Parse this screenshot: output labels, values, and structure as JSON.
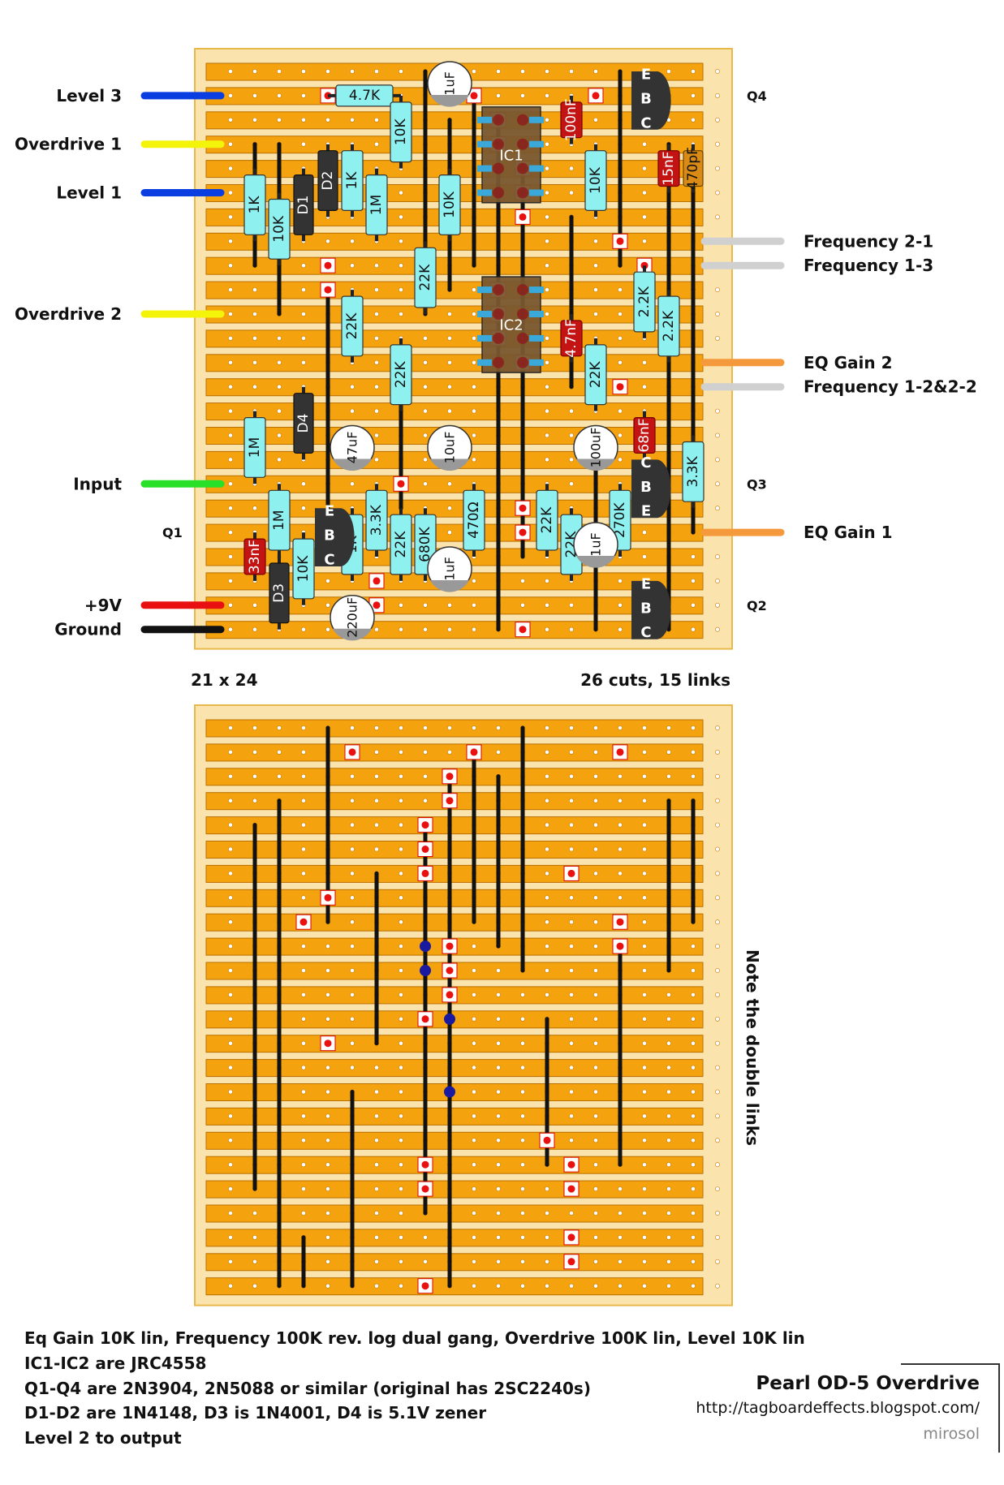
{
  "colors": {
    "board": "#fbe3ad",
    "strip": "#f5a20f",
    "strip_border": "#b97000",
    "resistor": "#8ff0f0",
    "capacitor_film": "#c31313",
    "capacitor_ceramic": "#d98b16",
    "ic_body": "#7a5830",
    "transistor": "#333333",
    "cut": "#e81010",
    "wire_blue": "#0a3ee0",
    "wire_yellow": "#f4f40a",
    "wire_green": "#28e028",
    "wire_red": "#e81010",
    "wire_black": "#111111",
    "wire_grey": "#d0d0d0",
    "wire_orange": "#f49a3c"
  },
  "layout_labels": {
    "dimensions": "21 x 24",
    "stats": "26 cuts, 15 links",
    "double_links_note": "Note the double links"
  },
  "wires_left": [
    {
      "label": "Level 3",
      "color": "blue",
      "row": 2
    },
    {
      "label": "Overdrive 1",
      "color": "yellow",
      "row": 4
    },
    {
      "label": "Level 1",
      "color": "blue",
      "row": 6
    },
    {
      "label": "Overdrive 2",
      "color": "yellow",
      "row": 11
    },
    {
      "label": "Input",
      "color": "green",
      "row": 18
    },
    {
      "label": "+9V",
      "color": "red",
      "row": 23
    },
    {
      "label": "Ground",
      "color": "black",
      "row": 24
    }
  ],
  "wires_right": [
    {
      "label": "Frequency 2-1",
      "color": "grey",
      "row": 8
    },
    {
      "label": "Frequency 1-3",
      "color": "grey",
      "row": 9
    },
    {
      "label": "EQ Gain 2",
      "color": "orange",
      "row": 13
    },
    {
      "label": "Frequency 1-2&2-2",
      "color": "grey",
      "row": 14
    },
    {
      "label": "EQ Gain 1",
      "color": "orange",
      "row": 20
    }
  ],
  "transistor_labels": [
    {
      "label": "Q4",
      "side": "right",
      "row": 2
    },
    {
      "label": "Q3",
      "side": "right",
      "row": 18
    },
    {
      "label": "Q1",
      "side": "left",
      "row": 20
    },
    {
      "label": "Q2",
      "side": "right",
      "row": 23
    }
  ],
  "resistors": [
    {
      "value": "4.7K",
      "col": 5,
      "row": 2,
      "len": 3,
      "dir": "h"
    },
    {
      "value": "1K",
      "col": 2,
      "row": 5,
      "len": 3,
      "dir": "v"
    },
    {
      "value": "10K",
      "col": 3,
      "row": 6,
      "len": 3,
      "dir": "v"
    },
    {
      "value": "1K",
      "col": 6,
      "row": 4,
      "len": 3,
      "dir": "v"
    },
    {
      "value": "1M",
      "col": 7,
      "row": 5,
      "len": 3,
      "dir": "v"
    },
    {
      "value": "10K",
      "col": 8,
      "row": 2,
      "len": 3,
      "dir": "v"
    },
    {
      "value": "22K",
      "col": 6,
      "row": 10,
      "len": 3,
      "dir": "v"
    },
    {
      "value": "10K",
      "col": 10,
      "row": 5,
      "len": 3,
      "dir": "v"
    },
    {
      "value": "22K",
      "col": 9,
      "row": 8,
      "len": 3,
      "dir": "v"
    },
    {
      "value": "22K",
      "col": 8,
      "row": 12,
      "len": 3,
      "dir": "v"
    },
    {
      "value": "10K",
      "col": 16,
      "row": 4,
      "len": 3,
      "dir": "v"
    },
    {
      "value": "2.2K",
      "col": 18,
      "row": 9,
      "len": 3,
      "dir": "v"
    },
    {
      "value": "2.2K",
      "col": 19,
      "row": 10,
      "len": 3,
      "dir": "v"
    },
    {
      "value": "22K",
      "col": 16,
      "row": 12,
      "len": 3,
      "dir": "v"
    },
    {
      "value": "1M",
      "col": 2,
      "row": 15,
      "len": 3,
      "dir": "v"
    },
    {
      "value": "1M",
      "col": 3,
      "row": 18,
      "len": 3,
      "dir": "v"
    },
    {
      "value": "10K",
      "col": 4,
      "row": 20,
      "len": 3,
      "dir": "v"
    },
    {
      "value": "1K",
      "col": 6,
      "row": 19,
      "len": 3,
      "dir": "v"
    },
    {
      "value": "3.3K",
      "col": 7,
      "row": 18,
      "len": 3,
      "dir": "v"
    },
    {
      "value": "22K",
      "col": 8,
      "row": 19,
      "len": 3,
      "dir": "v"
    },
    {
      "value": "680K",
      "col": 9,
      "row": 19,
      "len": 3,
      "dir": "v"
    },
    {
      "value": "470Ω",
      "col": 11,
      "row": 18,
      "len": 3,
      "dir": "v"
    },
    {
      "value": "22K",
      "col": 14,
      "row": 18,
      "len": 3,
      "dir": "v"
    },
    {
      "value": "22K",
      "col": 15,
      "row": 19,
      "len": 3,
      "dir": "v"
    },
    {
      "value": "270K",
      "col": 17,
      "row": 18,
      "len": 3,
      "dir": "v"
    },
    {
      "value": "3.3K",
      "col": 20,
      "row": 16,
      "len": 3,
      "dir": "v"
    }
  ],
  "diodes": [
    {
      "value": "D1",
      "col": 4,
      "row": 5,
      "len": 3
    },
    {
      "value": "D2",
      "col": 5,
      "row": 4,
      "len": 3
    },
    {
      "value": "D4",
      "col": 4,
      "row": 14,
      "len": 3
    },
    {
      "value": "D3",
      "col": 3,
      "row": 21,
      "len": 3
    }
  ],
  "film_caps": [
    {
      "value": "100nF",
      "col": 15,
      "row": 2,
      "len": 2
    },
    {
      "value": "15nF",
      "col": 19,
      "row": 4,
      "len": 2
    },
    {
      "value": "4.7nF",
      "col": 15,
      "row": 11,
      "len": 2
    },
    {
      "value": "68nF",
      "col": 18,
      "row": 15,
      "len": 2
    },
    {
      "value": "33nF",
      "col": 2,
      "row": 20,
      "len": 2
    }
  ],
  "ceramic_caps": [
    {
      "value": "470pF",
      "col": 20,
      "row": 4,
      "len": 2
    }
  ],
  "electrolytics": [
    {
      "value": "1uF",
      "col": 10,
      "row": 1.5
    },
    {
      "value": "47uF",
      "col": 6,
      "row": 16.5
    },
    {
      "value": "10uF",
      "col": 10,
      "row": 16.5
    },
    {
      "value": "100uF",
      "col": 16,
      "row": 16.5
    },
    {
      "value": "1uF",
      "col": 10,
      "row": 21.5
    },
    {
      "value": "1uF",
      "col": 16,
      "row": 20.5
    },
    {
      "value": "220uF",
      "col": 6,
      "row": 23.5
    }
  ],
  "ics": [
    {
      "label": "IC1",
      "col": 12,
      "row": 3
    },
    {
      "label": "IC2",
      "col": 12,
      "row": 10
    }
  ],
  "transistors": [
    {
      "label": "Q4",
      "col": 18,
      "row": 1,
      "pins": [
        "E",
        "B",
        "C"
      ]
    },
    {
      "label": "Q3",
      "col": 18,
      "row": 17,
      "pins": [
        "C",
        "B",
        "E"
      ]
    },
    {
      "label": "Q1",
      "col": 5,
      "row": 19,
      "pins": [
        "E",
        "B",
        "C"
      ]
    },
    {
      "label": "Q2",
      "col": 18,
      "row": 22,
      "pins": [
        "E",
        "B",
        "C"
      ]
    }
  ],
  "notes": [
    "Eq Gain 10K lin, Frequency 100K rev. log dual gang, Overdrive 100K lin, Level 10K lin",
    "IC1-IC2 are JRC4558",
    "Q1-Q4 are 2N3904, 2N5088 or similar (original has 2SC2240s)",
    "D1-D2 are 1N4148, D3 is 1N4001, D4 is 5.1V zener",
    "Level 2 to output"
  ],
  "title": "Pearl OD-5 Overdrive",
  "url": "http://tagboardeffects.blogspot.com/",
  "author": "mirosol"
}
